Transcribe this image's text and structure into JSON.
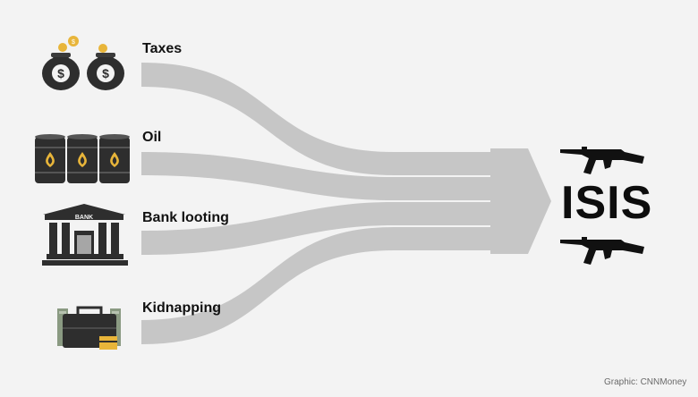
{
  "sources": [
    {
      "label": "Taxes",
      "icon": "money-bag-icon"
    },
    {
      "label": "Oil",
      "icon": "oil-barrel-icon"
    },
    {
      "label": "Bank looting",
      "icon": "bank-building-icon"
    },
    {
      "label": "Kidnapping",
      "icon": "ransom-briefcase-icon"
    }
  ],
  "bank_sign": "BANK",
  "target": {
    "label": "ISIS",
    "icon": "assault-rifle-icon"
  },
  "credit": "Graphic: CNNMoney",
  "colors": {
    "background": "#f3f3f3",
    "flow": "#c6c6c6",
    "icon_dark": "#2e2e2e",
    "coin": "#e8b53a",
    "text": "#111111"
  }
}
